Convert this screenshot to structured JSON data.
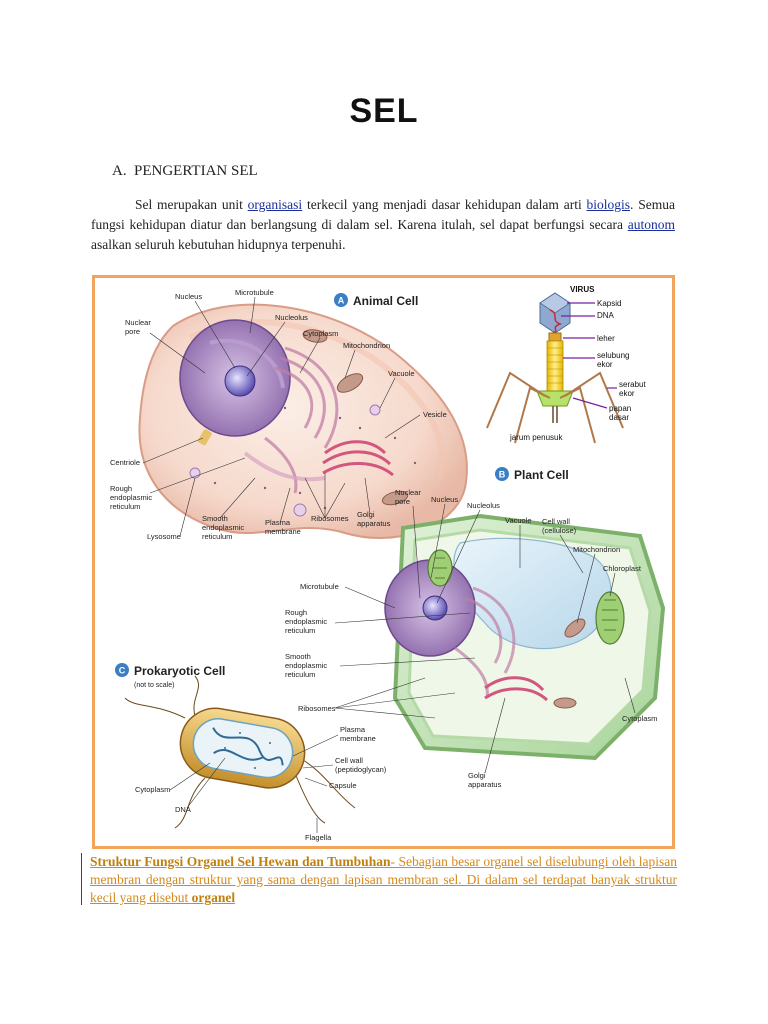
{
  "title": "SEL",
  "section": {
    "number": "A.",
    "heading": "PENGERTIAN SEL"
  },
  "intro": {
    "p1": "Sel merupakan unit ",
    "link1": "organisasi",
    "p2": " terkecil yang menjadi dasar kehidupan dalam arti ",
    "link2": "biologis",
    "p3": ". Semua fungsi kehidupan diatur dan berlangsung di dalam sel. Karena itulah, sel dapat berfungsi secara ",
    "link3": "autonom",
    "p4": " asalkan seluruh kebutuhan hidupnya terpenuhi."
  },
  "figure": {
    "animal": {
      "badge": "A",
      "title": "Animal Cell",
      "labels": [
        "Nucleus",
        "Microtubule",
        "Nucleolus",
        "Nuclear",
        "pore",
        "Cytoplasm",
        "Mitochondrion",
        "Vacuole",
        "Vesicle",
        "Centriole",
        "Rough",
        "endoplasmic",
        "reticulum",
        "Lysosome",
        "Smooth",
        "endoplasmic",
        "reticulum",
        "Plasma",
        "membrane",
        "Ribosomes",
        "Golgi",
        "apparatus"
      ]
    },
    "virus": {
      "title": "VIRUS",
      "labels": [
        "Kapsid",
        "DNA",
        "leher",
        "selubung",
        "ekor",
        "serabut",
        "ekor",
        "papan",
        "dasar",
        "jarum penusuk"
      ]
    },
    "plant": {
      "badge": "B",
      "title": "Plant Cell",
      "labels": [
        "Nuclear",
        "pore",
        "Nucleus",
        "Nucleolus",
        "Vacuole",
        "Cell wall",
        "(cellulose)",
        "Mitochondrion",
        "Chloroplast",
        "Microtubule",
        "Rough",
        "endoplasmic",
        "reticulum",
        "Smooth",
        "endoplasmic",
        "reticulum",
        "Ribosomes",
        "Golgi",
        "apparatus",
        "Cytoplasm"
      ]
    },
    "prokaryotic": {
      "badge": "C",
      "title": "Prokaryotic Cell",
      "note": "(not to scale)",
      "labels": [
        "Plasma",
        "membrane",
        "Cell wall",
        "(peptidoglycan)",
        "Capsule",
        "Cytoplasm",
        "DNA",
        "Flagella"
      ]
    }
  },
  "caption": {
    "bold": "Struktur Fungsi Organel Sel Hewan dan Tumbuhan",
    "text": "- Sebagian besar organel sel diselubungi oleh lapisan membran dengan struktur yang sama dengan lapisan membran sel. Di dalam sel terdapat banyak struktur kecil yang disebut ",
    "bold_end": "organel"
  },
  "colors": {
    "link": "#1a2e9c",
    "caption": "#d4891a",
    "figure_border": "#f0a45c",
    "badge": "#3a7fc4"
  }
}
